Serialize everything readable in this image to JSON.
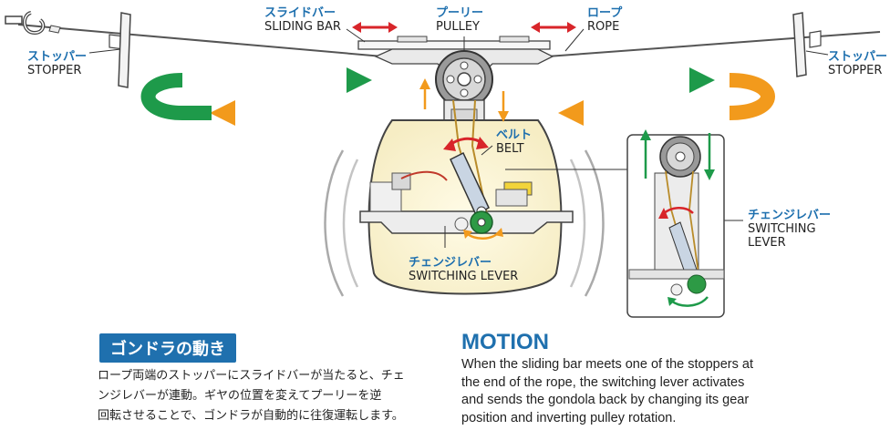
{
  "labels": {
    "sliding_bar": {
      "jp": "スライドバー",
      "en": "SLIDING BAR"
    },
    "pulley": {
      "jp": "プーリー",
      "en": "PULLEY"
    },
    "rope": {
      "jp": "ロープ",
      "en": "ROPE"
    },
    "stopper_left": {
      "jp": "ストッパー",
      "en": "STOPPER"
    },
    "stopper_right": {
      "jp": "ストッパー",
      "en": "STOPPER"
    },
    "belt": {
      "jp": "ベルト",
      "en": "BELT"
    },
    "switching_lever_main": {
      "jp": "チェンジレバー",
      "en": "SWITCHING LEVER"
    },
    "switching_lever_inset": {
      "jp": "チェンジレバー",
      "en": "SWITCHING",
      "en2": "LEVER"
    }
  },
  "jp_section": {
    "heading": "ゴンドラの動き",
    "lines": [
      "ロープ両端のストッパーにスライドバーが当たると、チェ",
      "ンジレバーが連動。ギヤの位置を変えてプーリーを逆",
      "回転させることで、ゴンドラが自動的に往復運転します。"
    ]
  },
  "en_section": {
    "heading": "MOTION",
    "lines": [
      "When the sliding bar meets one of the stoppers at",
      "the end of the rope, the switching lever activates",
      "and sends the gondola back by changing its gear",
      "position and inverting pulley rotation."
    ]
  },
  "colors": {
    "accent_blue": "#1f70ae",
    "arrow_green": "#1e9a4a",
    "arrow_orange": "#f29a1c",
    "arrow_red": "#d8252a",
    "cabin_fill": "#fbf6dc"
  }
}
